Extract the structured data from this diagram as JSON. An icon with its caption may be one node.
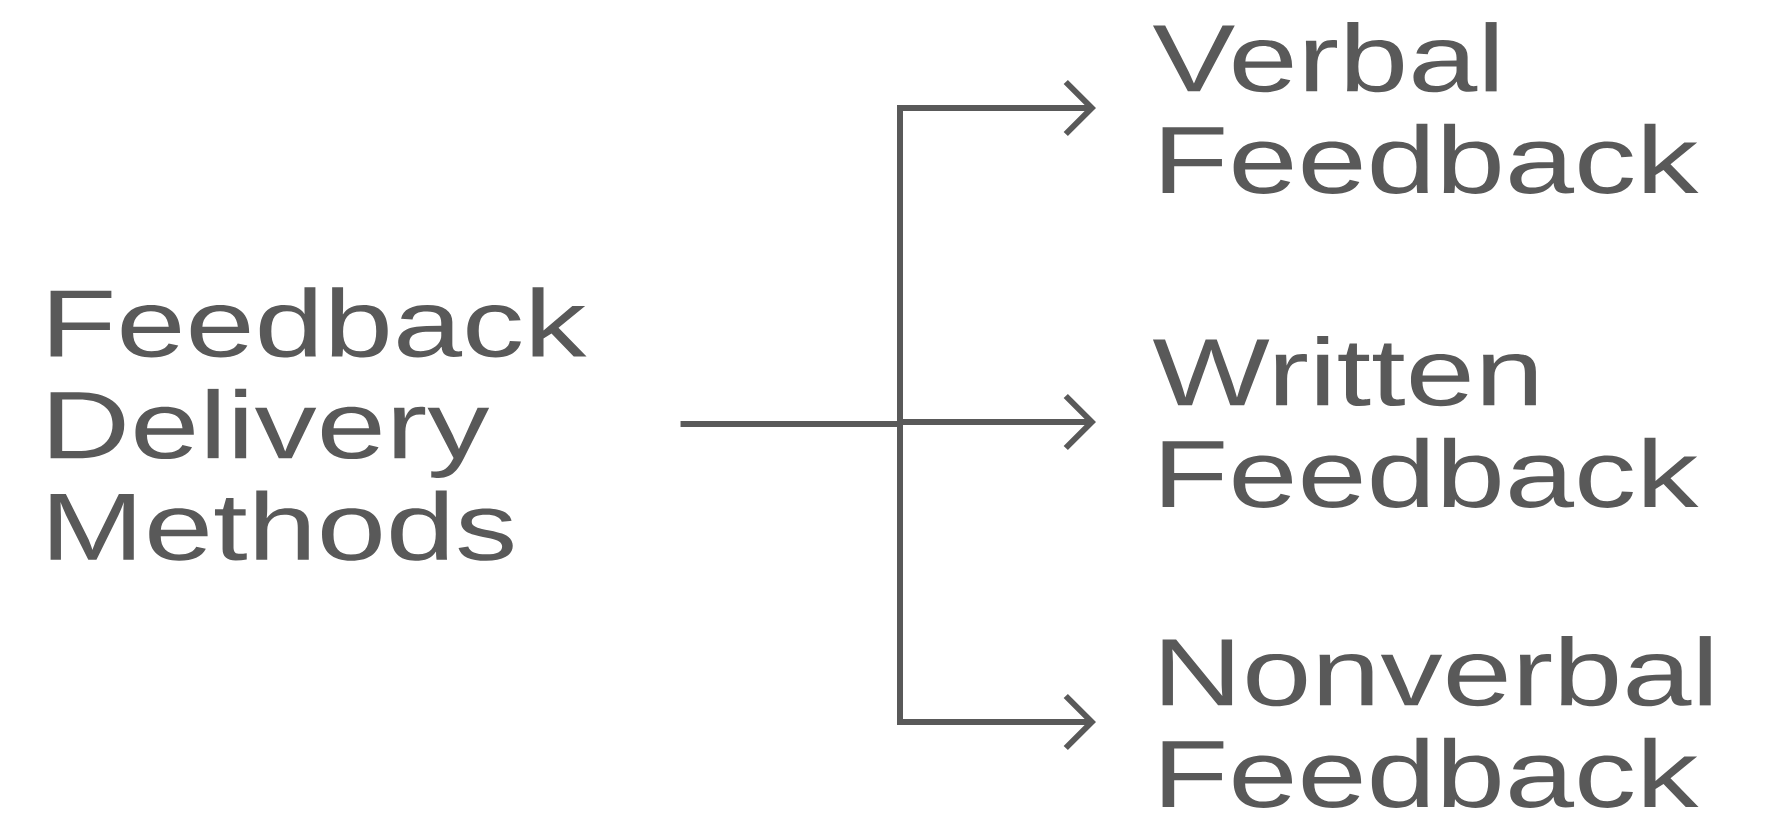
{
  "diagram": {
    "nodes": [
      {
        "text": [
          "Feedback Delivery Methods"
        ]
      },
      {
        "text": [
          "Verbal Feedback"
        ]
      },
      {
        "text": [
          "Written Feedback"
        ]
      },
      {
        "text": [
          "Nonverbal Feedback"
        ]
      }
    ],
    "edges": [
      {
        "from": 0,
        "to": 1,
        "arrow": "to"
      },
      {
        "from": 0,
        "to": 2,
        "arrow": "to"
      },
      {
        "from": 0,
        "to": 3,
        "arrow": "to"
      }
    ]
  }
}
